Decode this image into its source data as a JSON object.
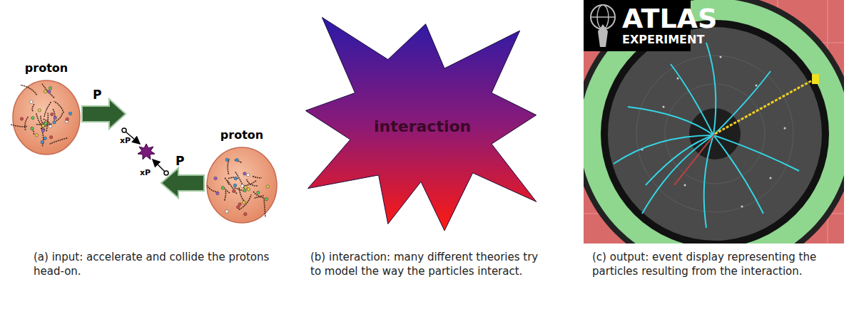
{
  "diagram": {
    "nodes": [
      {
        "text": [
          "proton"
        ]
      },
      {
        "text": [
          "proton"
        ]
      },
      {
        "text": [
          "interaction"
        ]
      }
    ],
    "labels": [
      "P",
      "xP",
      "xP",
      "P",
      "ATLAS",
      "EXPERIMENT",
      "(a) input: accelerate and collide the protons head-on.",
      "(b) interaction: many different theories try to model the way the particles interact.",
      "(c) output: event display representing the particles resulting from the interaction."
    ]
  }
}
